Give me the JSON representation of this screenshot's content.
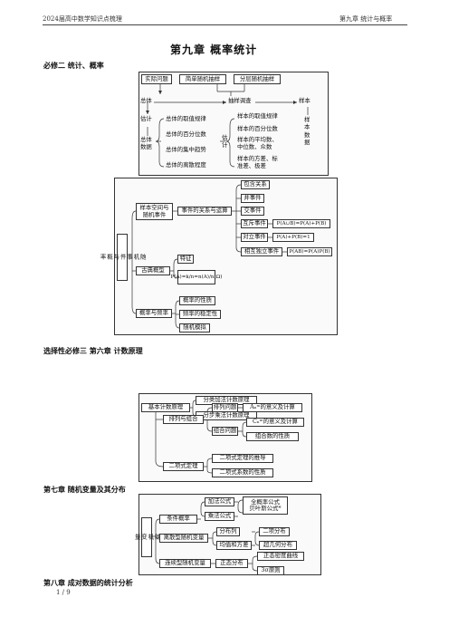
{
  "header": {
    "left": "2024届高中数学知识点梳理",
    "right": "第九章   统计与概率"
  },
  "title": "第九章    概率统计",
  "sections": {
    "s1": "必修二    统计、概率",
    "s2": "选择性必修三    第六章  计数原理",
    "s3": "第七章  随机变量及其分布",
    "s4": "第八章  成对数据的统计分析"
  },
  "d1": {
    "real": "实际问题",
    "simple": "简单随机抽样",
    "strat": "分层随机抽样",
    "pop": "总体",
    "survey": "抽样调查",
    "sample": "样本",
    "estimate": "估计",
    "popdata": "总体\n数据",
    "items": [
      "总体的取值规律",
      "总体的百分位数",
      "总体的集中趋势",
      "总体的离散程度"
    ],
    "est2": "估\n计",
    "sitems": [
      "样本的取值规律",
      "样本的百分位数",
      "样本的平均数、\n中位数、众数",
      "样本的方差、标\n准差、极差"
    ],
    "sampdata": "样\n本\n数\n据"
  },
  "d2": {
    "root": "随\n机\n事\n件\n与\n概\n率",
    "space": "样本空间与\n随机事件",
    "relations": "事件的关系与运算",
    "rel": [
      "包含关系",
      "并事件",
      "交事件",
      "互斥事件",
      "对立事件",
      "相互独立事件"
    ],
    "formulas": [
      "P(A∪B)=P(A)+P(B)",
      "P(A)+P(B)=1",
      "P(AB)=P(A)P(B)"
    ],
    "classic": "古典概型",
    "feature": "特征",
    "pformula": "P(A)=k/n=n(A)/n(Ω)",
    "freq": "概率与频率",
    "fitems": [
      "概率的性质",
      "频率的稳定性",
      "随机模拟"
    ]
  },
  "d3": {
    "basic": "基本计数原理",
    "b": [
      "分类加法计数原理",
      "分步乘法计数原理"
    ],
    "perm": "排列与组合",
    "pq": "排列问题",
    "pqa": "Aₙᵐ的意义及计算",
    "cq": "组合问题",
    "cqa": "Cₙᵐ的意义及计算",
    "cqb": "组合数的性质",
    "binom": "二项式定理",
    "bi": [
      "二项式定理的推导",
      "二项式系数的性质"
    ]
  },
  "d4": {
    "root": "随\n机\n变\n量",
    "cond": "条件概率",
    "add": "加法公式",
    "mul": "乘法公式",
    "total": "全概率公式\n贝叶斯公式*",
    "disc": "离散型随机变量",
    "dist": "分布列",
    "mean": "均值和方差",
    "binomd": "二项分布",
    "hyper": "超几何分布",
    "cont": "连续型随机变量",
    "normal": "正态分布",
    "curve": "正态密度曲线",
    "sigma": "3σ原则"
  },
  "footer": {
    "page": "1  /  9"
  }
}
